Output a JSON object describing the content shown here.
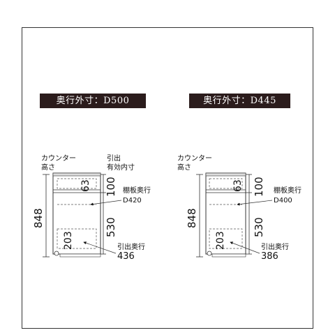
{
  "banners": {
    "left": "奥行外寸：D500",
    "right": "奥行外寸：D445"
  },
  "left": {
    "counter_line1": "カウンター",
    "counter_line2": "高さ",
    "drawer_line1": "引出",
    "drawer_line2": "有効内寸",
    "height": "848",
    "dim_top": "100",
    "dim_inner_top": "63",
    "dim_mid": "530",
    "dim_inner_bottom": "203",
    "shelf_label": "棚板奥行",
    "shelf_value": "D420",
    "drawer_depth_label": "引出奥行",
    "drawer_depth_value": "436"
  },
  "right": {
    "counter_line1": "カウンター",
    "counter_line2": "高さ",
    "height": "848",
    "dim_top": "100",
    "dim_inner_top": "63",
    "dim_mid": "530",
    "dim_inner_bottom": "203",
    "shelf_label": "棚板奥行",
    "shelf_value": "D400",
    "drawer_depth_label": "引出奥行",
    "drawer_depth_value": "386"
  },
  "colors": {
    "banner_bg": "#2b1c1c",
    "line": "#333333"
  }
}
